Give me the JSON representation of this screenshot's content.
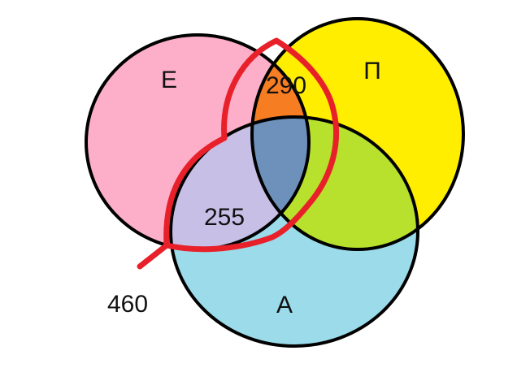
{
  "diagram": {
    "type": "venn-3",
    "sets": {
      "e": {
        "label": "Е",
        "color": "#fdafc9"
      },
      "p": {
        "label": "П",
        "color": "#ffee00"
      },
      "a": {
        "label": "А",
        "color": "#9bdbea"
      }
    },
    "overlap_colors": {
      "e_p": "#f77d22",
      "p_a": "#b8e12d",
      "e_a": "#c7bfe6",
      "e_p_a": "#6e91bb"
    },
    "outline_color": "#000000",
    "highlight_color": "#e8202a",
    "values": {
      "e_p": "290",
      "e_a": "255",
      "union_highlighted": "460"
    }
  }
}
